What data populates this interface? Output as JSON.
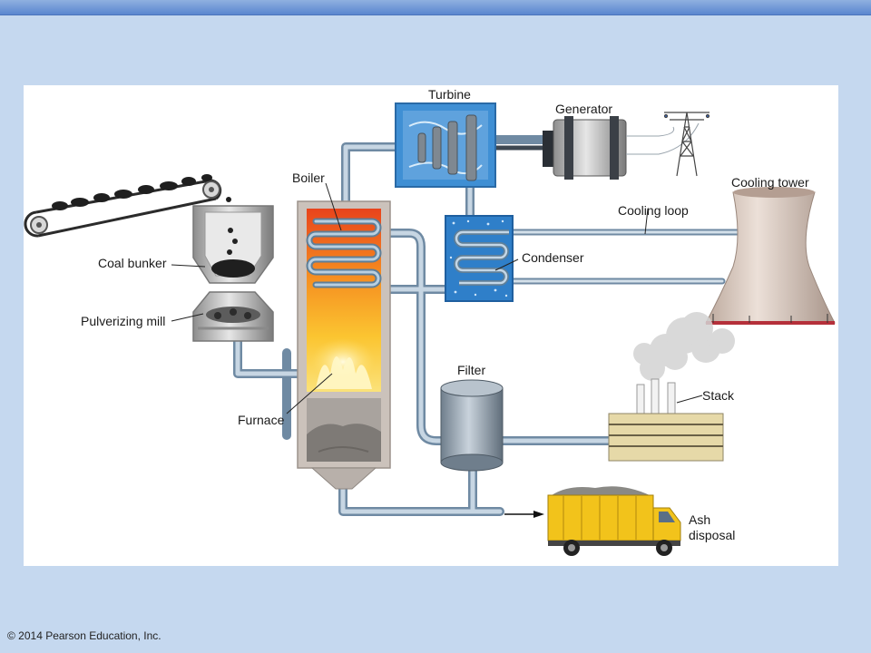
{
  "labels": {
    "turbine": "Turbine",
    "generator": "Generator",
    "boiler": "Boiler",
    "cooling_tower": "Cooling tower",
    "cooling_loop": "Cooling loop",
    "condenser": "Condenser",
    "coal_bunker": "Coal bunker",
    "pulverizing_mill": "Pulverizing mill",
    "furnace": "Furnace",
    "filter": "Filter",
    "stack": "Stack",
    "ash_disposal_line1": "Ash",
    "ash_disposal_line2": "disposal"
  },
  "footer": {
    "copyright": "© 2014 Pearson Education, Inc."
  },
  "colors": {
    "background": "#c5d8ef",
    "pipe": "#8ea7bd",
    "turbine_box": "#3f8fd4",
    "condenser_box": "#2f7fc9",
    "furnace_fire": "#f7a21b",
    "truck": "#f2c31b",
    "tower": "#d8c7bd"
  }
}
